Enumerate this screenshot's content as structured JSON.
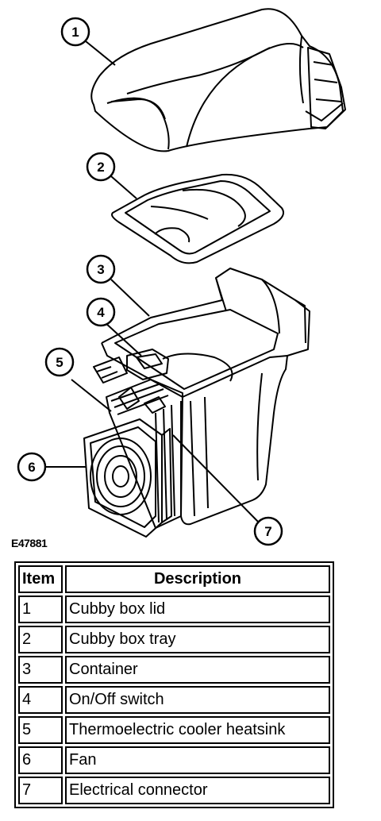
{
  "figure_id": "E47881",
  "callouts": [
    "1",
    "2",
    "3",
    "4",
    "5",
    "6",
    "7"
  ],
  "table": {
    "headers": [
      "Item",
      "Description"
    ],
    "rows": [
      [
        "1",
        "Cubby box lid"
      ],
      [
        "2",
        "Cubby box tray"
      ],
      [
        "3",
        "Container"
      ],
      [
        "4",
        "On/Off switch"
      ],
      [
        "5",
        "Thermoelectric cooler heatsink"
      ],
      [
        "6",
        "Fan"
      ],
      [
        "7",
        "Electrical connector"
      ]
    ]
  }
}
